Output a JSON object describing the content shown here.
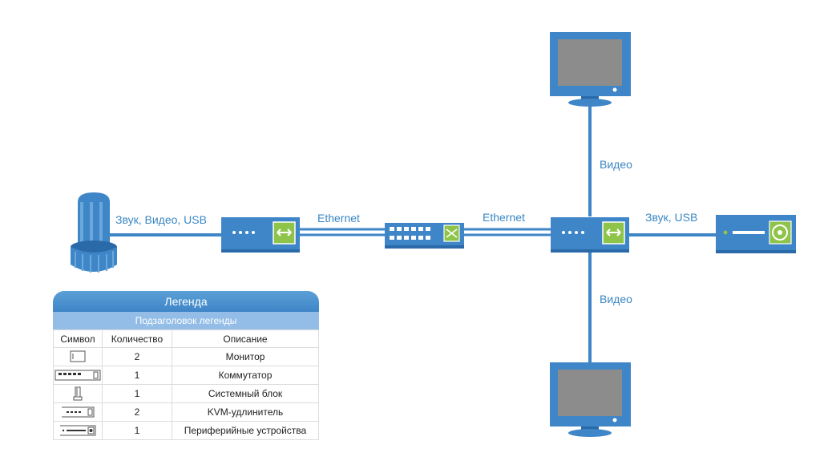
{
  "connections": {
    "pc_to_extender": "Звук, Видео, USB",
    "extender_to_switch": "Ethernet",
    "switch_to_extender": "Ethernet",
    "extender_to_monitor_top": "Видео",
    "extender_to_peripheral": "Звук, USB",
    "extender_to_monitor_bottom": "Видео"
  },
  "legend": {
    "title": "Легенда",
    "subtitle": "Подзаголовок легенды",
    "headers": {
      "symbol": "Символ",
      "quantity": "Количество",
      "description": "Описание"
    },
    "rows": [
      {
        "icon": "monitor-icon",
        "quantity": "2",
        "description": "Монитор"
      },
      {
        "icon": "switch-icon",
        "quantity": "1",
        "description": "Коммутатор"
      },
      {
        "icon": "system-unit-icon",
        "quantity": "1",
        "description": "Системный блок"
      },
      {
        "icon": "kvm-extender-icon",
        "quantity": "2",
        "description": "KVM-удлинитель"
      },
      {
        "icon": "peripheral-icon",
        "quantity": "1",
        "description": "Периферийные устройства"
      }
    ]
  },
  "colors": {
    "device_blue": "#3f86c8",
    "device_dark": "#2b6aa8",
    "screen_gray": "#8c8c8c",
    "port_green": "#8fc44a",
    "label_blue": "#3a87c4",
    "legend_header": "#3f86c8",
    "legend_subheader": "#93bde6"
  }
}
